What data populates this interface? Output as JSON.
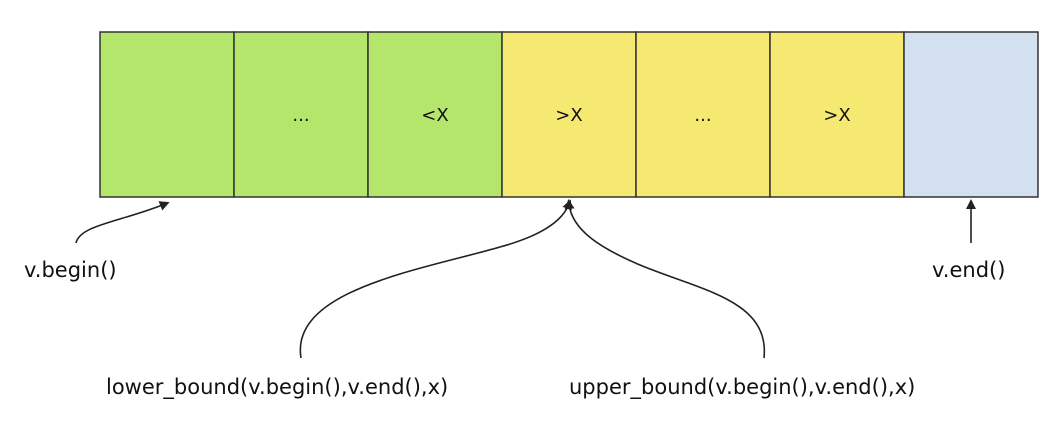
{
  "colors": {
    "less": "#b3e66b",
    "greater": "#f5e972",
    "end": "#d2e0f0",
    "border": "#333333"
  },
  "cells": [
    {
      "text": "",
      "group": "less"
    },
    {
      "text": "...",
      "group": "less"
    },
    {
      "text": "<X",
      "group": "less"
    },
    {
      "text": ">X",
      "group": "greater"
    },
    {
      "text": "...",
      "group": "greater"
    },
    {
      "text": ">X",
      "group": "greater"
    },
    {
      "text": "",
      "group": "end"
    }
  ],
  "labels": {
    "begin": "v.begin()",
    "end": "v.end()",
    "lower_bound": "lower_bound(v.begin(),v.end(),x)",
    "upper_bound": "upper_bound(v.begin(),v.end(),x)"
  }
}
